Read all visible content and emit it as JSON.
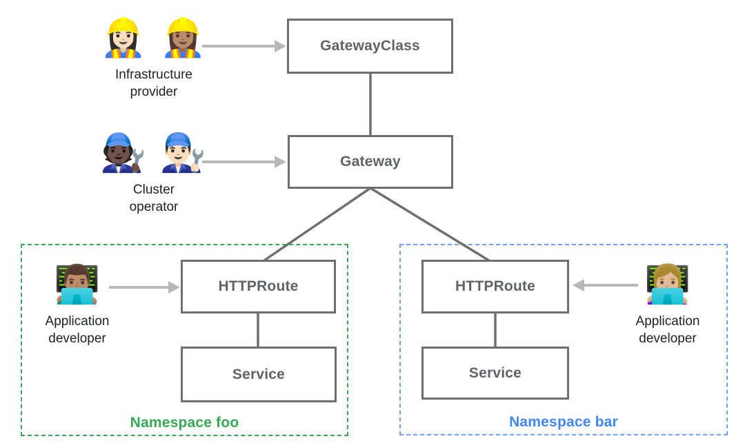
{
  "nodes": {
    "gateway_class": "GatewayClass",
    "gateway": "Gateway",
    "httproute_foo": "HTTPRoute",
    "service_foo": "Service",
    "httproute_bar": "HTTPRoute",
    "service_bar": "Service"
  },
  "namespaces": {
    "foo": {
      "label": "Namespace foo",
      "border_color": "#34a853",
      "text_color": "#34a853"
    },
    "bar": {
      "label": "Namespace bar",
      "border_color": "#6ba2f8",
      "text_color": "#4285f4"
    }
  },
  "personas": {
    "infrastructure_provider": {
      "emoji": "👷🏻‍♀️ 👷🏽‍♀️",
      "label": "Infrastructure\nprovider"
    },
    "cluster_operator": {
      "emoji": "🧑🏿‍🔧 👨🏻‍🔧",
      "label": "Cluster\noperator"
    },
    "app_developer_foo": {
      "emoji": "👨🏽‍💻",
      "label": "Application\ndeveloper"
    },
    "app_developer_bar": {
      "emoji": "👩🏼‍💻",
      "label": "Application\ndeveloper"
    }
  },
  "colors": {
    "node_border": "#6e6e6e",
    "node_text": "#5f6368",
    "connector": "#6e6e6e",
    "arrow": "#b8b8b8",
    "persona_text": "#202124",
    "background": "#ffffff"
  }
}
